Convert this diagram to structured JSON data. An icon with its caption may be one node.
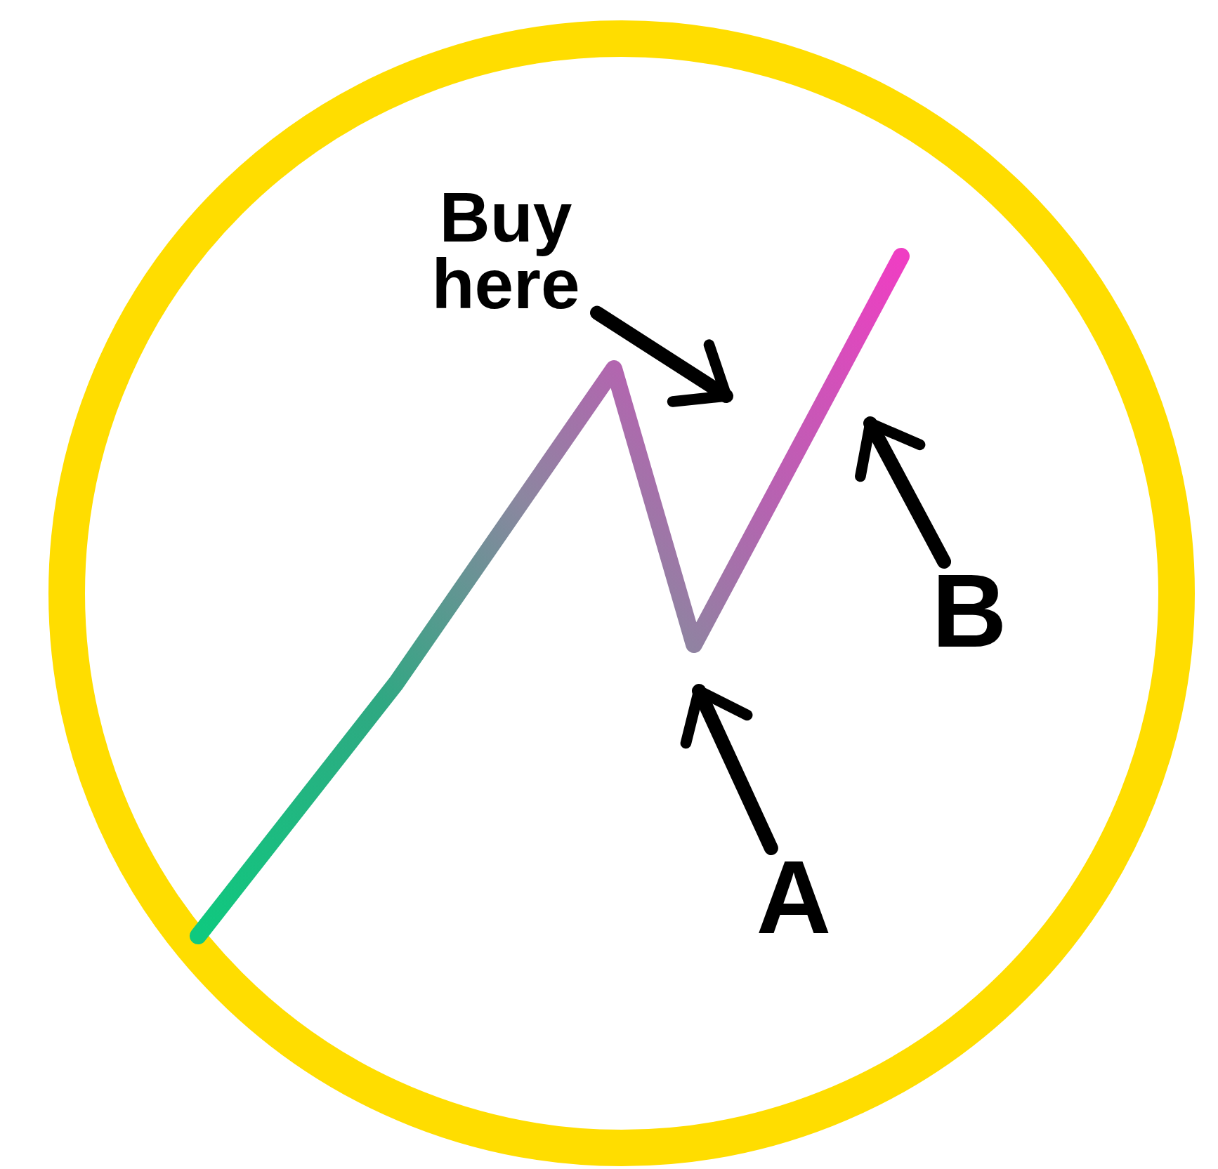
{
  "diagram": {
    "nodes": [
      {
        "text": [],
        "shape": "circle"
      },
      {
        "text": [
          "Buy here"
        ],
        "in": 0
      },
      {
        "text": [
          "A"
        ],
        "in": 0
      },
      {
        "text": [
          "B"
        ],
        "in": 0
      }
    ],
    "edges": [
      {
        "from": 1,
        "to": null,
        "arrow": "to"
      },
      {
        "from": 2,
        "to": null,
        "arrow": "to"
      },
      {
        "from": 3,
        "to": null,
        "arrow": "to"
      }
    ]
  }
}
